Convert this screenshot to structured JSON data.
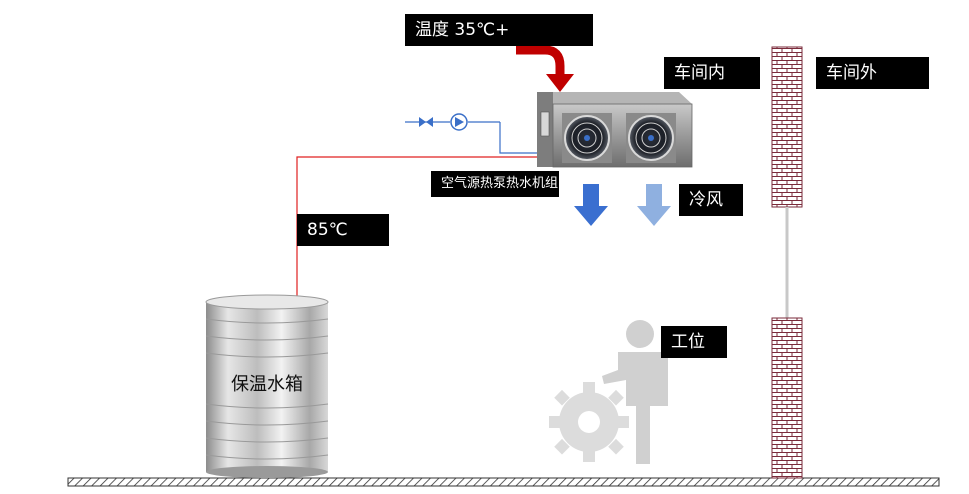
{
  "labels": {
    "temperature": "温度 35℃+",
    "inside_workshop": "车间内",
    "outside_workshop": "车间外",
    "heat_pump_unit": "空气源热泵热水机组",
    "cold_wind": "冷风",
    "hot_water_temp": "85℃",
    "workstation": "工位",
    "insulated_tank": "保温水箱"
  },
  "colors": {
    "hot_air_arrow": "#c00000",
    "hot_water_pipe": "#e02020",
    "cold_water_pipe": "#3a6fc8",
    "cold_wind_dark": "#3a6fd0",
    "cold_wind_light": "#8fb0e0",
    "brick": "#7a2a3a",
    "worker_gray": "#d0d0d0"
  },
  "icons": {
    "valve": "valve-icon",
    "pump": "pump-icon",
    "fan": "fan-icon",
    "worker": "worker-icon",
    "gear": "gear-icon"
  }
}
